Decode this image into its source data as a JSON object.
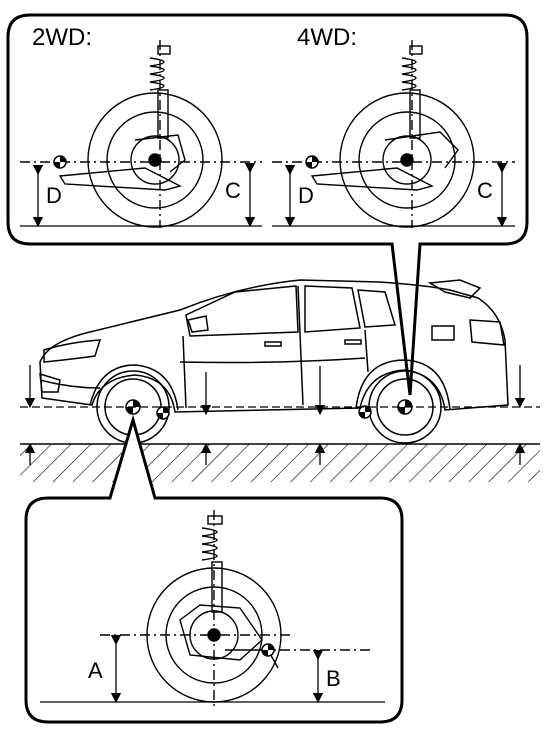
{
  "top_callout": {
    "left_title": "2WD:",
    "right_title": "4WD:",
    "left_labels": {
      "d": "D",
      "c": "C"
    },
    "right_labels": {
      "d": "D",
      "c": "C"
    }
  },
  "bottom_callout": {
    "labels": {
      "a": "A",
      "b": "B"
    }
  },
  "colors": {
    "line": "#000000",
    "background": "#ffffff"
  }
}
